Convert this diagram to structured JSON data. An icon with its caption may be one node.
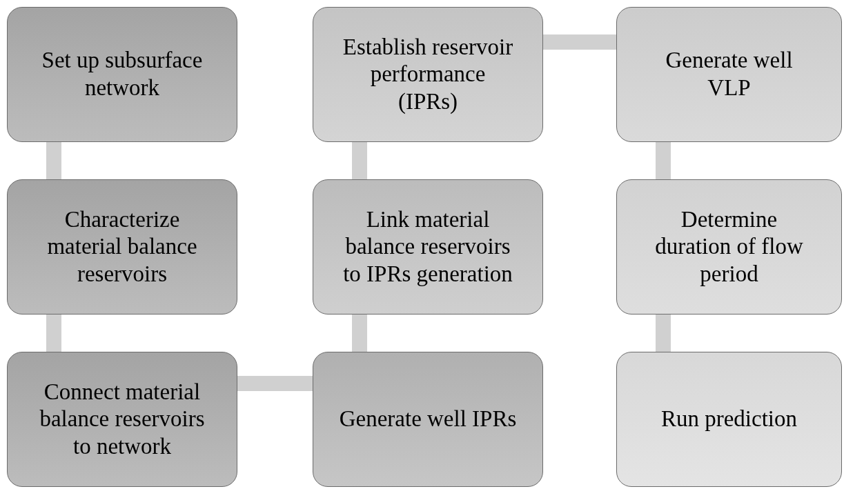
{
  "diagram": {
    "nodes": [
      {
        "text": [
          "Set up subsurface network"
        ]
      },
      {
        "text": [
          "Characterize material balance reservoirs"
        ]
      },
      {
        "text": [
          "Connect material balance reservoirs to network"
        ]
      },
      {
        "text": [
          "Generate well IPRs"
        ]
      },
      {
        "text": [
          "Link material balance reservoirs to IPRs generation"
        ]
      },
      {
        "text": [
          "Establish reservoir performance (IPRs)"
        ]
      },
      {
        "text": [
          "Generate well VLP"
        ]
      },
      {
        "text": [
          "Determine duration of flow period"
        ]
      },
      {
        "text": [
          "Run prediction"
        ]
      }
    ],
    "edges": [
      {
        "from": 0,
        "to": 1,
        "arrow": "none"
      },
      {
        "from": 1,
        "to": 2,
        "arrow": "none"
      },
      {
        "from": 2,
        "to": 3,
        "arrow": "none"
      },
      {
        "from": 3,
        "to": 4,
        "arrow": "none"
      },
      {
        "from": 4,
        "to": 5,
        "arrow": "none"
      },
      {
        "from": 5,
        "to": 6,
        "arrow": "none"
      },
      {
        "from": 6,
        "to": 7,
        "arrow": "none"
      },
      {
        "from": 7,
        "to": 8,
        "arrow": "none"
      }
    ]
  }
}
